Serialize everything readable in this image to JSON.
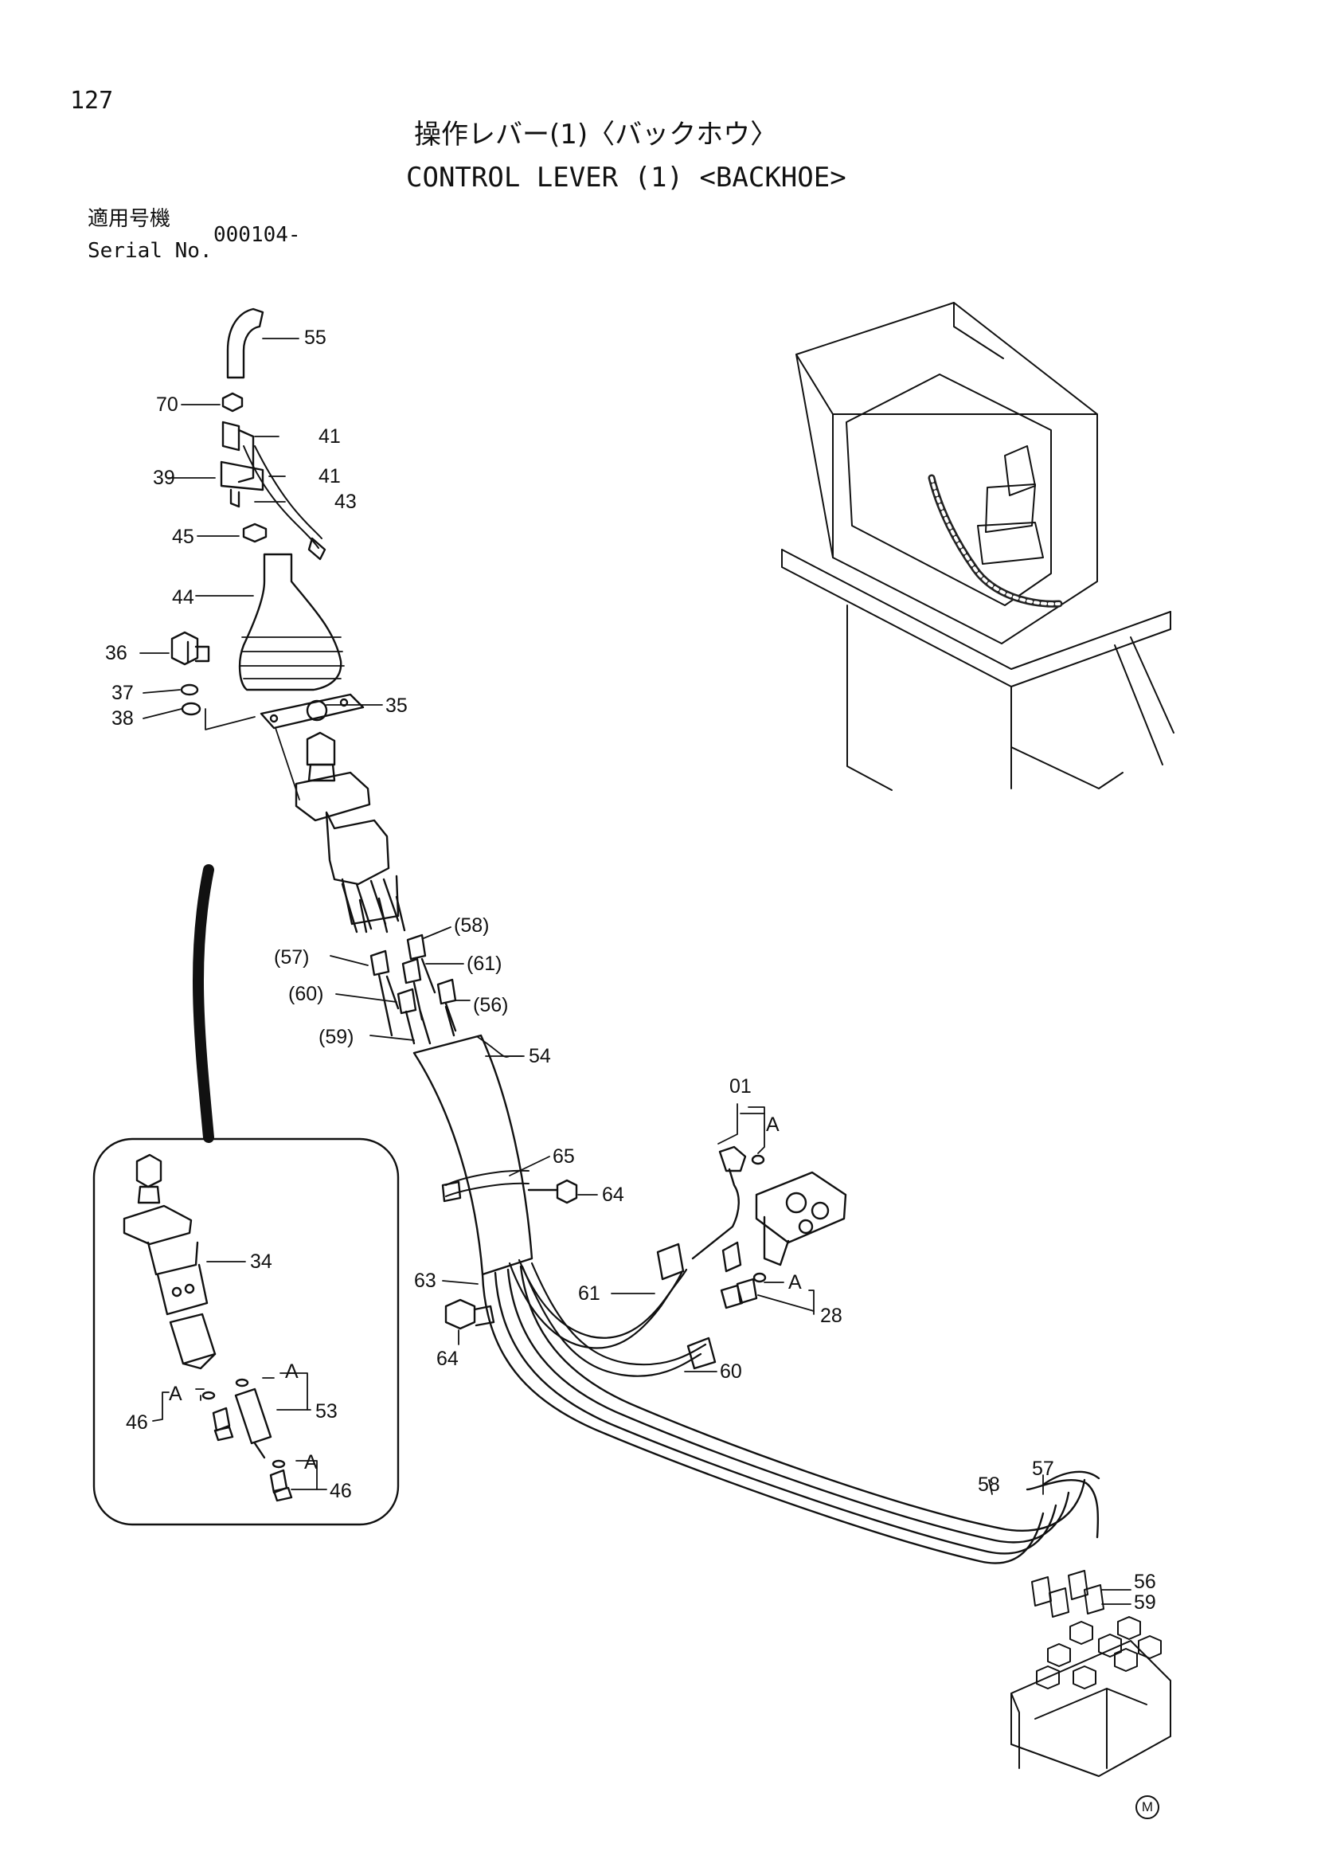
{
  "header": {
    "page_number": "127",
    "title_ja": "操作レバー(1)〈バックホウ〉",
    "title_en": "CONTROL LEVER (1) <BACKHOE>",
    "serial_label_ja": "適用号機",
    "serial_label_en": "Serial No.",
    "serial_value": "000104-"
  },
  "callouts": {
    "p55": "55",
    "p70": "70",
    "p41a": "41",
    "p39": "39",
    "p41b": "41",
    "p43": "43",
    "p45": "45",
    "p44": "44",
    "p36": "36",
    "p37": "37",
    "p35": "35",
    "p38": "38",
    "p58_ref": "(58)",
    "p57_ref": "(57)",
    "p61_ref": "(61)",
    "p60_ref": "(60)",
    "p56_ref": "(56)",
    "p59_ref": "(59)",
    "p54": "54",
    "p01": "01",
    "pA1": "A",
    "p65": "65",
    "p64a": "64",
    "p63": "63",
    "p61": "61",
    "pA2": "A",
    "p28": "28",
    "p64b": "64",
    "p60": "60",
    "p34": "34",
    "pA3": "A",
    "pA4": "A",
    "p46a": "46",
    "p53": "53",
    "pA5": "A",
    "p46b": "46",
    "p58": "58",
    "p57": "57",
    "p56": "56",
    "p59": "59"
  },
  "footer_mark": "M"
}
